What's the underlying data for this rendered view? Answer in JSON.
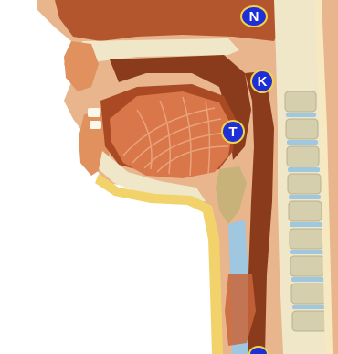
{
  "diagram": {
    "markers": [
      {
        "id": "N",
        "label": "N"
      },
      {
        "id": "K",
        "label": "K"
      },
      {
        "id": "T",
        "label": "T"
      }
    ],
    "colors": {
      "background": "#ffffff",
      "skin": "#e8a97a",
      "muscle": "#c9663a",
      "dark_tissue": "#8a3b1c",
      "tongue": "#d9774a",
      "bone": "#efe7c8",
      "vertebra": "#d6cfae",
      "cartilage_yellow": "#f2d36b",
      "airway": "#9fc7e0",
      "marker_fill": "#1f2fd6",
      "marker_ring": "#f2d24b",
      "marker_text": "#ffffff"
    }
  }
}
